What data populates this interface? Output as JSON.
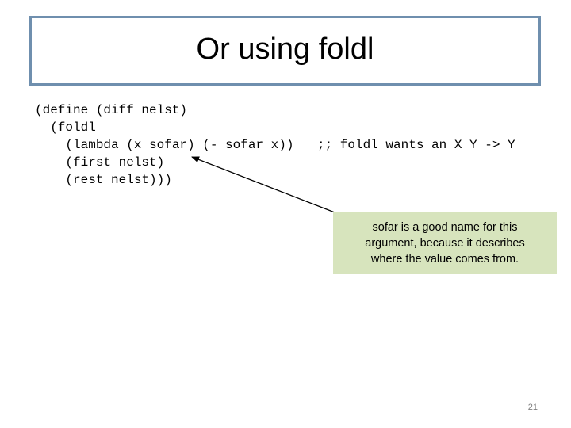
{
  "slide": {
    "title": "Or using foldl",
    "code_lines": [
      "(define (diff nelst)",
      "  (foldl",
      "    (lambda (x sofar) (- sofar x))",
      "    (first nelst)",
      "    (rest nelst)))"
    ],
    "comment": ";; foldl wants an X Y -> Y",
    "callout_lines": [
      "sofar is a good name for this",
      "argument, because it describes",
      "where the value comes from."
    ],
    "page_number": "21"
  },
  "colors": {
    "title_border": "#6f8fae",
    "callout_background": "#d7e4bd",
    "page_number": "#7f7f7f"
  }
}
